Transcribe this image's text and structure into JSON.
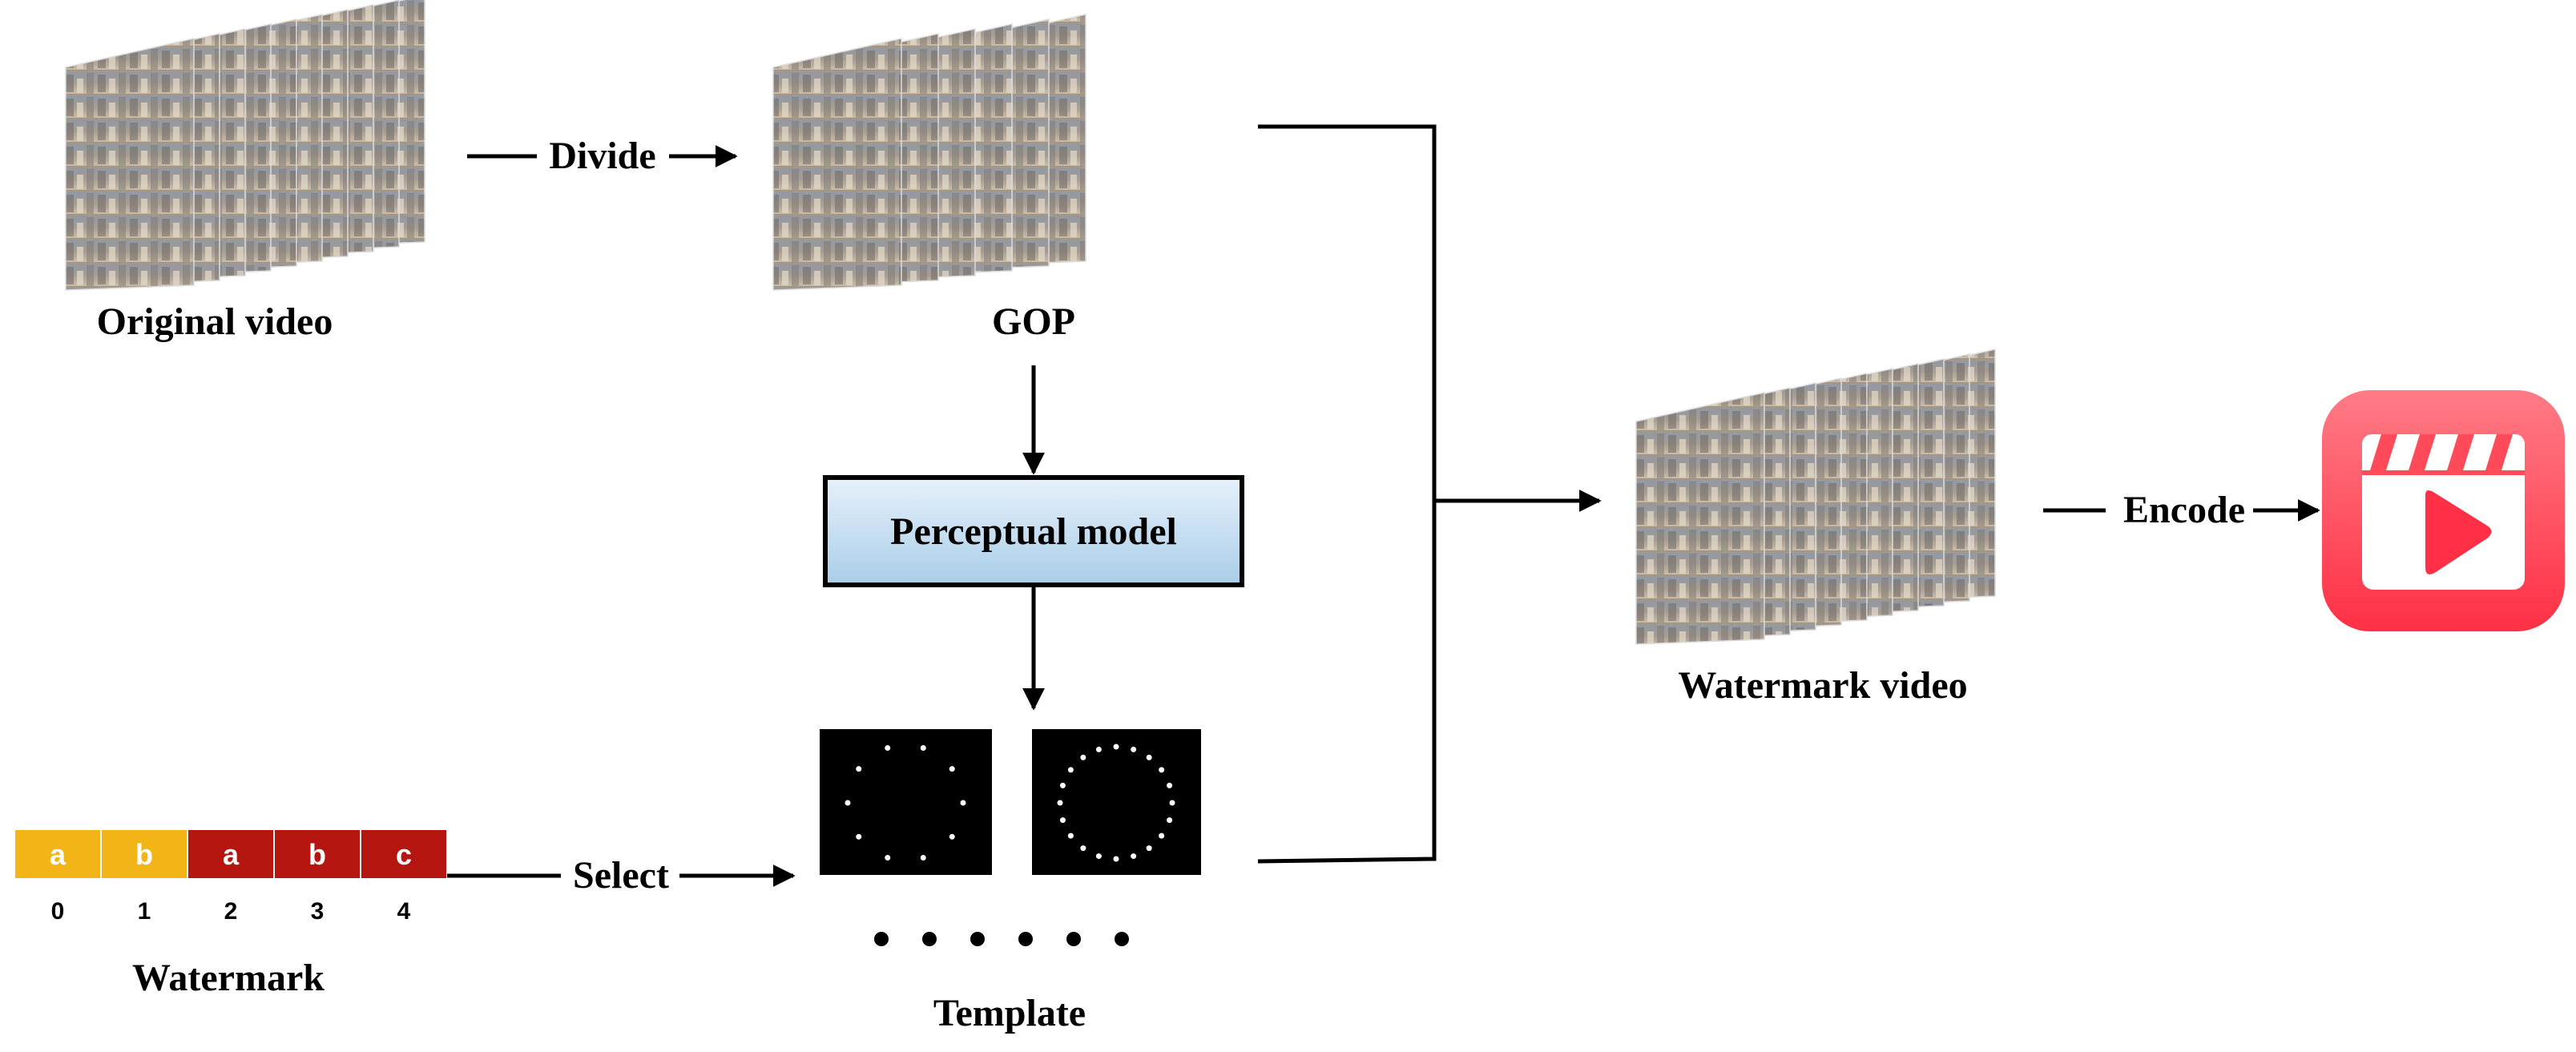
{
  "labels": {
    "original_video": "Original video",
    "divide": "Divide",
    "gop": "GOP",
    "perceptual_model": "Perceptual model",
    "watermark_video": "Watermark video",
    "encode": "Encode",
    "select": "Select",
    "watermark": "Watermark",
    "template": "Template"
  },
  "watermark_cells": [
    {
      "letter": "a",
      "index": "0",
      "color": "#f2b417"
    },
    {
      "letter": "b",
      "index": "1",
      "color": "#f2b417"
    },
    {
      "letter": "a",
      "index": "2",
      "color": "#b5160f"
    },
    {
      "letter": "b",
      "index": "3",
      "color": "#b5160f"
    },
    {
      "letter": "c",
      "index": "4",
      "color": "#b5160f"
    }
  ],
  "templates": [
    {
      "name": "template-sparse",
      "dot_count": 10
    },
    {
      "name": "template-dense",
      "dot_count": 20
    }
  ],
  "ellipsis_dot_count": 6,
  "colors": {
    "model_box_top": "#e6f1fb",
    "model_box_bottom": "#a9cde8",
    "video_icon_top": "#ff7b86",
    "video_icon_bottom": "#ff3045"
  },
  "icons": {
    "encoded_video": "video-clapperboard-play-icon"
  }
}
